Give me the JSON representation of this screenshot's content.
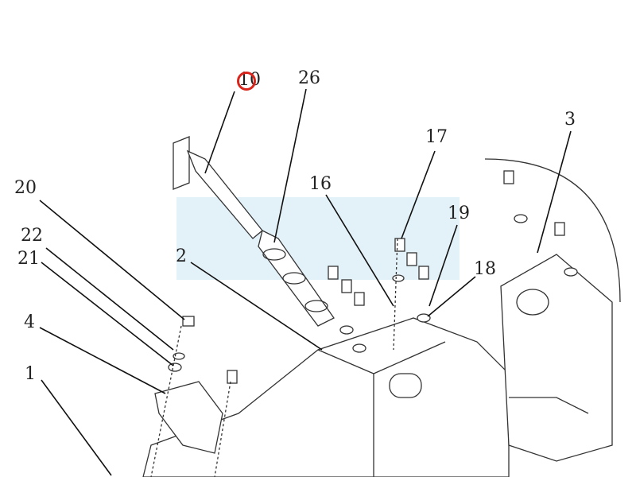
{
  "diagram": {
    "labels": {
      "l10": "10",
      "l26": "26",
      "l3": "3",
      "l17": "17",
      "l20": "20",
      "l16": "16",
      "l19": "19",
      "l22": "22",
      "l21": "21",
      "l2": "2",
      "l18": "18",
      "l4": "4",
      "l1": "1"
    },
    "colors": {
      "marker": "#d9261c",
      "label_bg": "#f6dcdc",
      "watermark": "#e3f1f8"
    }
  }
}
